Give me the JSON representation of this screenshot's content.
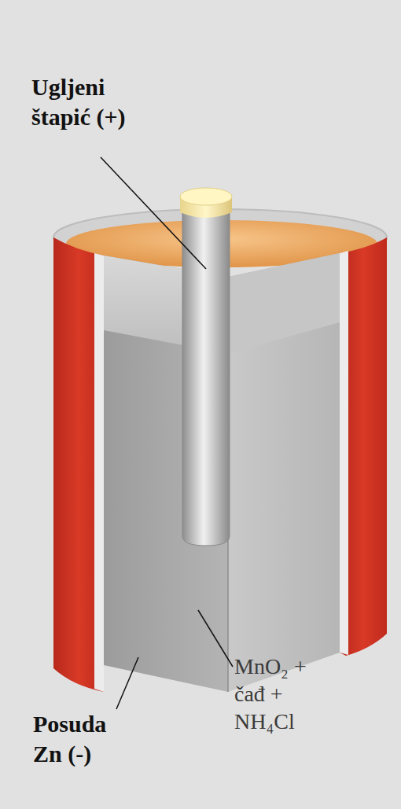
{
  "diagram": {
    "labels": [
      "Ugljeni štapić (+)",
      "MnO₂ + čađ + NH₄Cl",
      "Posuda Zn (-)"
    ]
  }
}
